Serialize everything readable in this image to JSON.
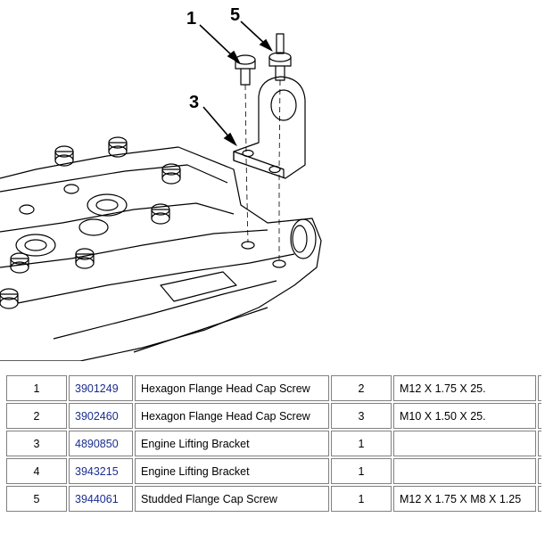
{
  "diagram": {
    "callouts": [
      "1",
      "5",
      "3"
    ]
  },
  "parts": [
    {
      "item": "1",
      "part_number": "3901249",
      "description": "Hexagon Flange Head Cap Screw",
      "qty": "2",
      "spec": "M12 X 1.75 X 25."
    },
    {
      "item": "2",
      "part_number": "3902460",
      "description": "Hexagon Flange Head Cap Screw",
      "qty": "3",
      "spec": "M10 X 1.50 X 25."
    },
    {
      "item": "3",
      "part_number": "4890850",
      "description": "Engine Lifting Bracket",
      "qty": "1",
      "spec": ""
    },
    {
      "item": "4",
      "part_number": "3943215",
      "description": "Engine Lifting Bracket",
      "qty": "1",
      "spec": ""
    },
    {
      "item": "5",
      "part_number": "3944061",
      "description": "Studded Flange Cap Screw",
      "qty": "1",
      "spec": "M12 X 1.75 X M8 X 1.25"
    }
  ]
}
